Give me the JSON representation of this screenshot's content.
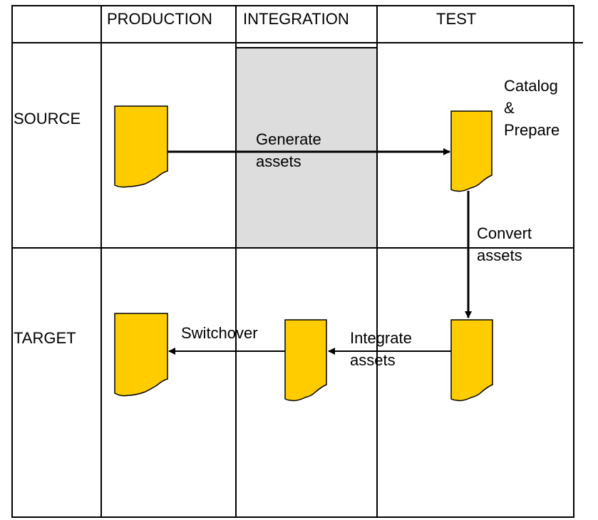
{
  "columns": {
    "production": "PRODUCTION",
    "integration": "INTEGRATION",
    "test": "TEST"
  },
  "rows": {
    "source": "SOURCE",
    "target": "TARGET"
  },
  "steps": {
    "generate_line1": "Generate",
    "generate_line2": "assets",
    "catalog_line1": "Catalog",
    "catalog_line2": "&",
    "catalog_line3": "Prepare",
    "convert_line1": "Convert",
    "convert_line2": "assets",
    "integrate_line1": "Integrate",
    "integrate_line2": "assets",
    "switchover": "Switchover"
  },
  "colors": {
    "document_fill": "#FFCC00",
    "highlight_cell": "#DDDDDD",
    "lines": "#000000"
  }
}
